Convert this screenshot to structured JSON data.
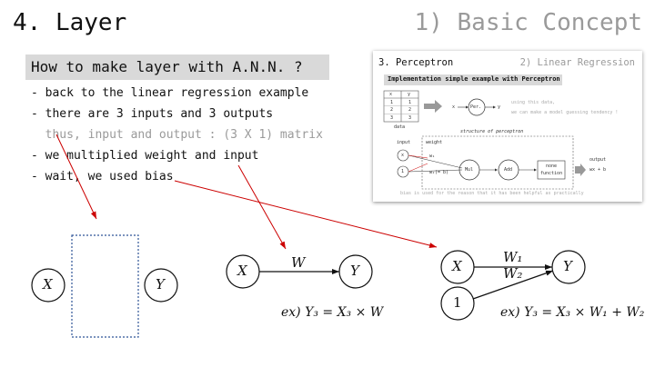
{
  "header": {
    "title": "4. Layer",
    "section": "1) Basic Concept"
  },
  "content": {
    "heading": "How to make layer with A.N.N. ?",
    "bullets": [
      "- back to the linear regression example",
      "- there are 3 inputs and 3 outputs",
      "  thus, input and output : (3 X 1) matrix",
      "- we multiplied weight and input",
      "- wait, we used bias"
    ]
  },
  "inset": {
    "title": "3. Perceptron",
    "section": "2) Linear Regression",
    "heading": "Implementation simple example with Perceptron",
    "table": {
      "headers": [
        "x",
        "y"
      ],
      "rows": [
        [
          "1",
          "1"
        ],
        [
          "2",
          "2"
        ],
        [
          "3",
          "3"
        ]
      ],
      "caption": "data"
    },
    "x_label": "x",
    "per_label": "Per.",
    "y_label": "y",
    "note_line1": "using this data,",
    "note_line2": "we can make a model guessing tendency !",
    "structure_label": "structure of perceptron",
    "input_label": "input",
    "weight_label": "weight",
    "node_x": "x",
    "node_one": "1",
    "w1": "w₁",
    "w2": "w₂(= b)",
    "mul": "Mul",
    "add": "Add",
    "none_fn_1": "none",
    "none_fn_2": "function",
    "output_label": "output",
    "output_expr": "wx + b",
    "footer": "bias is used for the reason that it has been helpful as practically"
  },
  "diagram1": {
    "input": "X",
    "output": "Y"
  },
  "diagram2": {
    "input": "X",
    "weight": "W",
    "output": "Y",
    "example": "ex) Y₃ = X₃ × W"
  },
  "diagram3": {
    "input": "X",
    "bias_input": "1",
    "weight1": "W₁",
    "weight2": "W₂",
    "output": "Y",
    "example": "ex) Y₃ = X₃ × W₁ + W₂"
  },
  "colors": {
    "title_gray": "#9a9a9a",
    "heading_bg": "#d9d9d9",
    "arrow_red": "#cc0000",
    "dotted_blue": "#2f5597"
  }
}
